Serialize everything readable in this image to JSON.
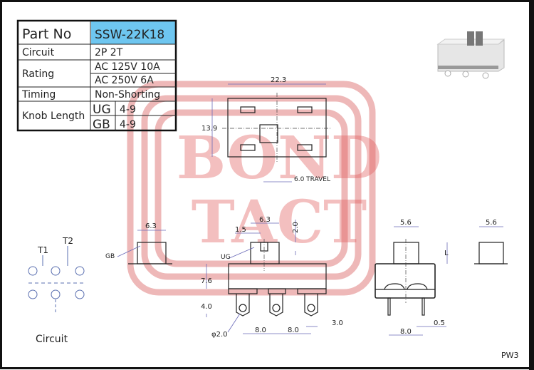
{
  "spec_table": {
    "part_no_label": "Part No",
    "part_no_value": "SSW-22K18",
    "circuit_label": "Circuit",
    "circuit_value": "2P 2T",
    "rating_label": "Rating",
    "rating_values": [
      "AC 125V 10A",
      "AC 250V 6A"
    ],
    "timing_label": "Timing",
    "timing_value": "Non-Shorting",
    "knob_length_label": "Knob Length",
    "knob_rows": [
      {
        "type": "UG",
        "value": "4-9"
      },
      {
        "type": "GB",
        "value": "4-9"
      }
    ],
    "highlight_color": "#6ec6f0"
  },
  "watermark": {
    "line1": "BOND",
    "line2": "TACT",
    "color": "#e06060"
  },
  "top_view": {
    "width_dim": "22.3",
    "height_dim": "13.9",
    "travel_dim": "6.0 TRAVEL"
  },
  "side_view": {
    "knob_width": "6.3",
    "slot_width": "1.5",
    "knob_height": "2.0",
    "ug_label": "UG",
    "body_height": "7.6",
    "pin_length": "4.0",
    "hole_dia": "φ2.0",
    "pitch1": "8.0",
    "pitch2": "8.0",
    "pin_width": "3.0"
  },
  "gb_view": {
    "label": "GB",
    "width_dim": "6.3"
  },
  "end_view": {
    "knob_width": "5.6",
    "knob_len_label": "L",
    "pin_pitch": "8.0",
    "pin_thickness": "0.5"
  },
  "knob_view": {
    "width_dim": "5.6"
  },
  "circuit_diagram": {
    "t1": "T1",
    "t2": "T2",
    "caption": "Circuit"
  },
  "page_code": "PW3"
}
